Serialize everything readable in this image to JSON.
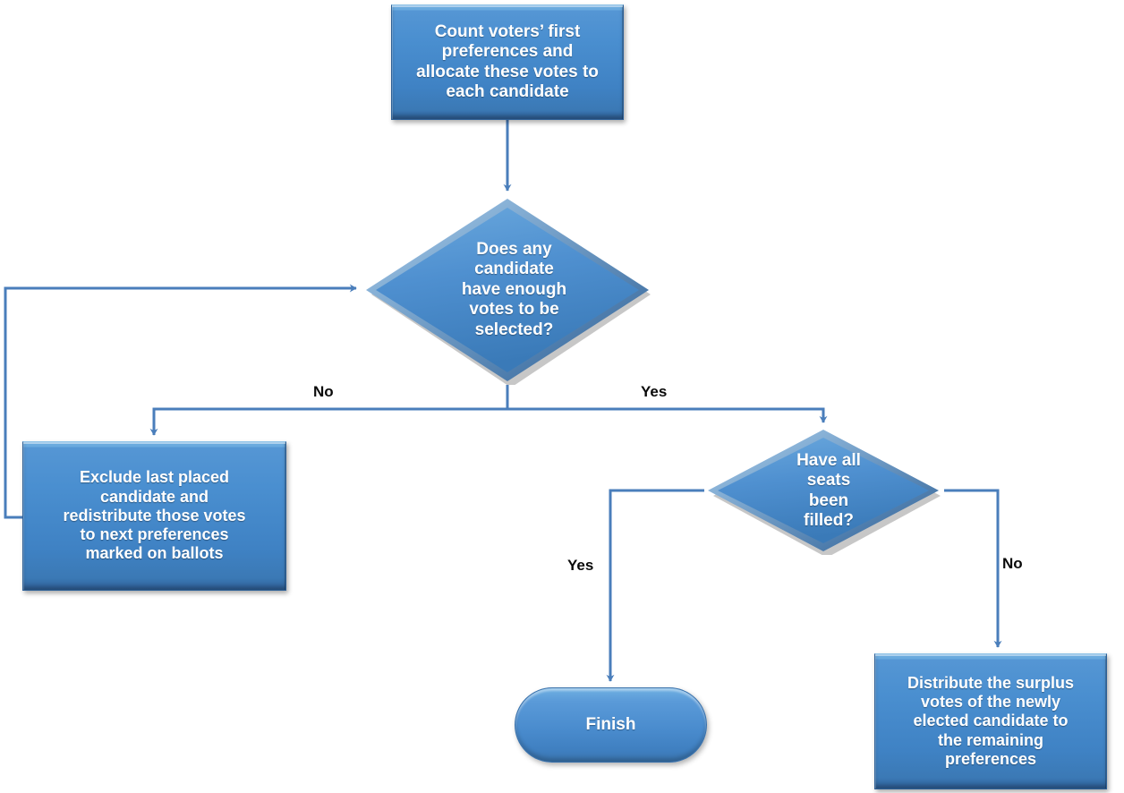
{
  "diagram": {
    "title": "Single Transferable Vote counting process flowchart",
    "type": "flowchart",
    "colors": {
      "node_fill_light": "#6aaade",
      "node_fill_mid": "#4a8fd0",
      "node_fill_dark": "#2f6098",
      "node_border": "#2e6096",
      "node_text": "#ffffff",
      "connector": "#4a7ebb",
      "edge_label_text": "#0a0a0a",
      "background": "#ffffff"
    },
    "nodes": [
      {
        "id": "count-first-preferences",
        "shape": "process",
        "text": "Count voters’ first\npreferences and\nallocate these votes to\neach candidate"
      },
      {
        "id": "enough-votes-decision",
        "shape": "decision",
        "text": "Does any\ncandidate\nhave enough\nvotes to be\nselected?"
      },
      {
        "id": "exclude-last-candidate",
        "shape": "process",
        "text": "Exclude last placed\ncandidate and\nredistribute those votes\nto next preferences\nmarked on ballots"
      },
      {
        "id": "all-seats-filled-decision",
        "shape": "decision",
        "text": "Have all\nseats\nbeen\nfilled?"
      },
      {
        "id": "finish",
        "shape": "terminator",
        "text": "Finish"
      },
      {
        "id": "distribute-surplus",
        "shape": "process",
        "text": "Distribute the surplus\nvotes of the newly\nelected candidate to\nthe remaining\npreferences"
      }
    ],
    "edges": [
      {
        "id": "start-to-decision1",
        "from": "count-first-preferences",
        "to": "enough-votes-decision",
        "label": ""
      },
      {
        "id": "decision1-no",
        "from": "enough-votes-decision",
        "to": "exclude-last-candidate",
        "label": "No"
      },
      {
        "id": "decision1-yes",
        "from": "enough-votes-decision",
        "to": "all-seats-filled-decision",
        "label": "Yes"
      },
      {
        "id": "exclude-loopback",
        "from": "exclude-last-candidate",
        "to": "enough-votes-decision",
        "label": ""
      },
      {
        "id": "decision2-yes",
        "from": "all-seats-filled-decision",
        "to": "finish",
        "label": "Yes"
      },
      {
        "id": "decision2-no",
        "from": "all-seats-filled-decision",
        "to": "distribute-surplus",
        "label": "No"
      }
    ],
    "edge_labels": {
      "decision1_no": "No",
      "decision1_yes": "Yes",
      "decision2_yes": "Yes",
      "decision2_no": "No"
    }
  }
}
